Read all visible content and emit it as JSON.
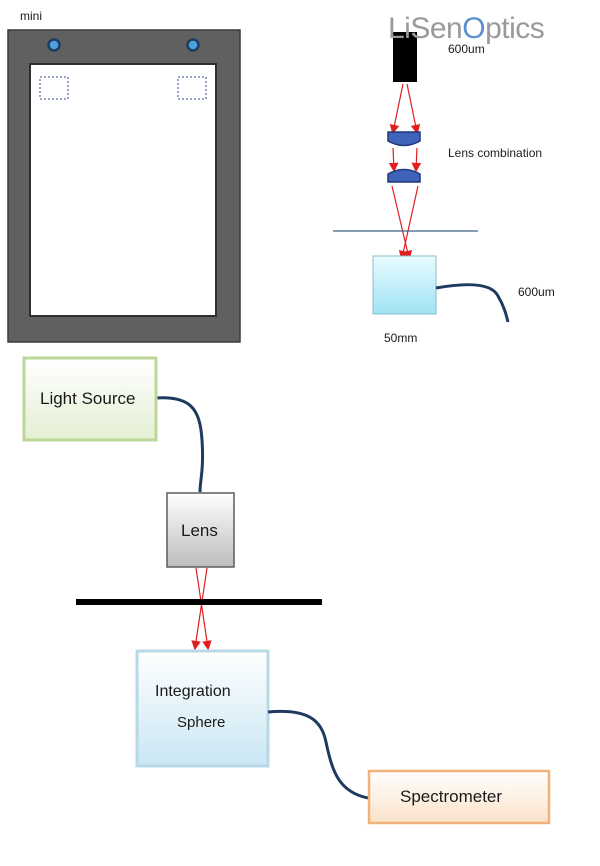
{
  "logo": {
    "prefix": "LiSen",
    "o": "O",
    "suffix": "ptics"
  },
  "top_left": {
    "label": "mini"
  },
  "top_right": {
    "fiber_top_label": "600um",
    "lens_label": "Lens combination",
    "fiber_bottom_label": "600um",
    "distance_label": "50mm"
  },
  "flow": {
    "light_source": "Light Source",
    "lens": "Lens",
    "integration_line1": "Integration",
    "integration_line2": "Sphere",
    "spectrometer": "Spectrometer"
  },
  "colors": {
    "frame": "#606060",
    "cable": "#1f3a5f",
    "ray": "#e11d1d",
    "lens_fill": "#3f63b8",
    "light_source_border": "#bcd79a",
    "spectrometer_border": "#f0b27a",
    "sphere_border": "#b7d8e6"
  }
}
